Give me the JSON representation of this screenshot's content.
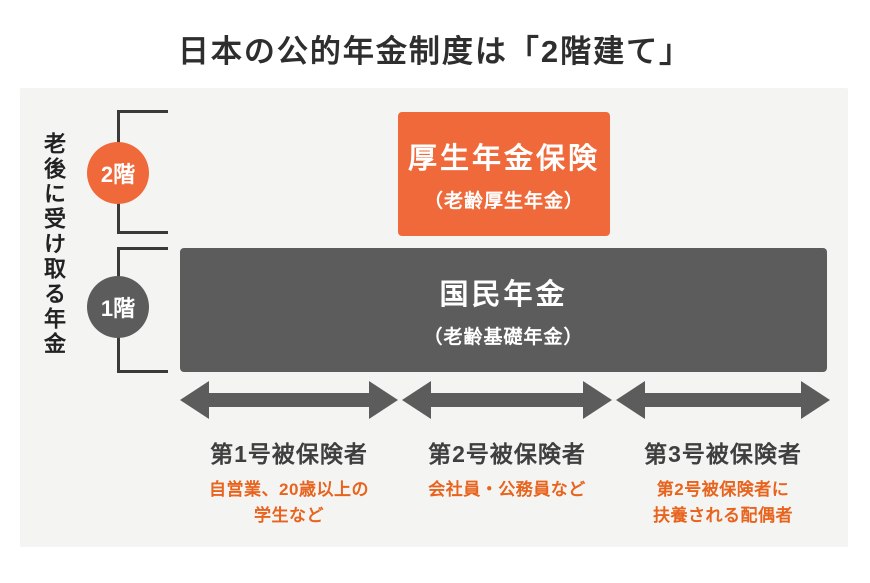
{
  "title": "日本の公的年金制度は「2階建て」",
  "side_label": "老後に受け取る年金",
  "floors": {
    "second": {
      "badge": "2階",
      "box_title": "厚生年金保険",
      "box_subtitle": "（老齢厚生年金）"
    },
    "first": {
      "badge": "1階",
      "box_title": "国民年金",
      "box_subtitle": "（老齢基礎年金）"
    }
  },
  "categories": [
    {
      "label": "第1号被保険者",
      "description": "自営業、20歳以上の\n学生など"
    },
    {
      "label": "第2号被保険者",
      "description": "会社員・公務員など"
    },
    {
      "label": "第3号被保険者",
      "description": "第2号被保険者に\n扶養される配偶者"
    }
  ],
  "colors": {
    "orange": "#F0693A",
    "orange_text": "#E8641E",
    "gray": "#5C5C5C",
    "bracket_line": "#3A3A3A",
    "panel_background": "#F4F4F2",
    "title_text": "#2E2E2E"
  }
}
